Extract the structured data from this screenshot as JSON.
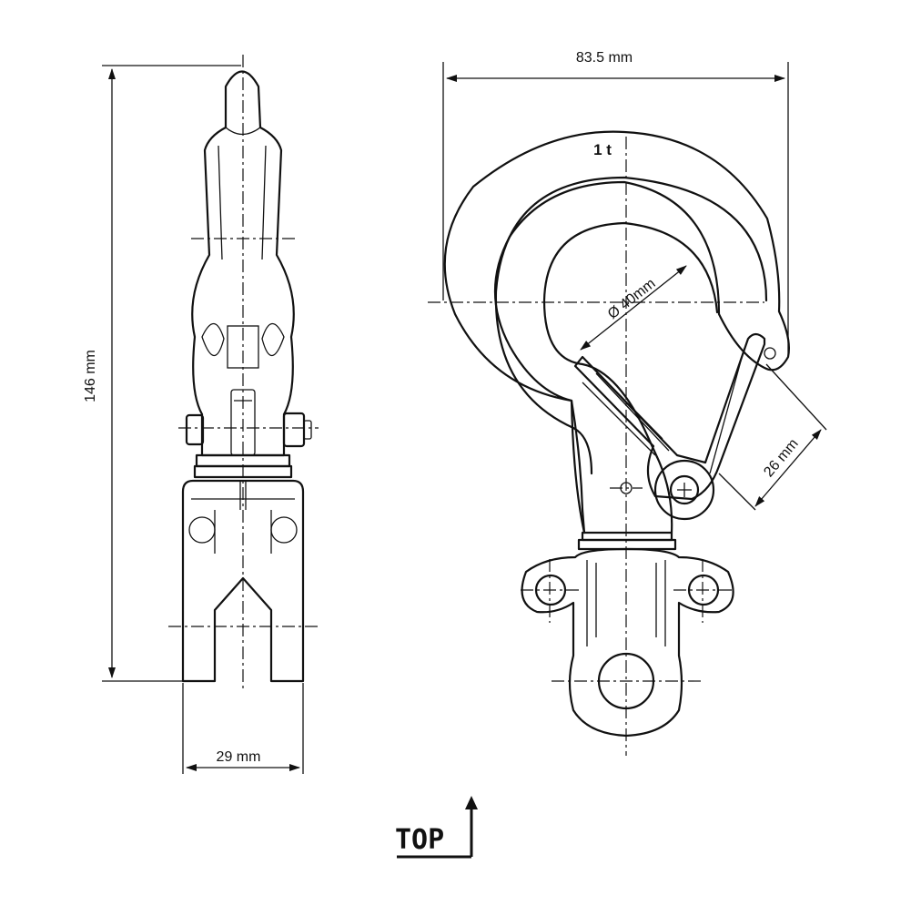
{
  "dimensions": {
    "width_total": "83.5 mm",
    "height_total": "146 mm",
    "jaw_width": "29 mm",
    "eye_diameter": "Ø 40mm",
    "latch_opening": "26 mm"
  },
  "load_rating": "1 t",
  "orientation_label": "TOP"
}
